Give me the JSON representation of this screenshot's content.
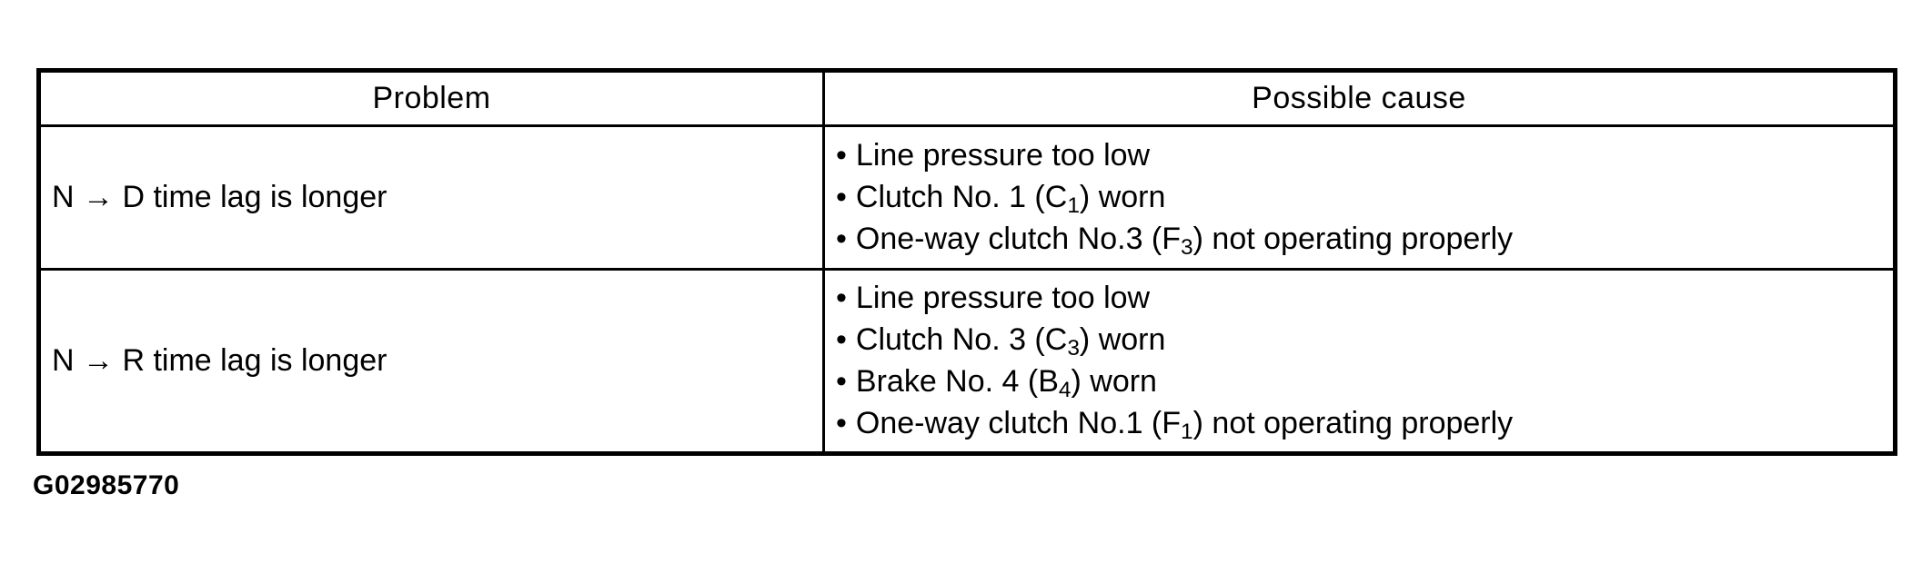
{
  "figure_code": "G02985770",
  "bullet_glyph": "•",
  "table": {
    "header": {
      "problem": "Problem",
      "possible_cause": "Possible cause"
    },
    "rows": [
      {
        "problem": "N → D time lag is longer",
        "causes": [
          [
            {
              "t": "Line pressure too low"
            }
          ],
          [
            {
              "t": "Clutch No. 1 (C"
            },
            {
              "sub": "1"
            },
            {
              "t": ") worn"
            }
          ],
          [
            {
              "t": "One-way clutch No.3 (F"
            },
            {
              "sub": "3"
            },
            {
              "t": ") not operating properly"
            }
          ]
        ]
      },
      {
        "problem": "N → R time lag is longer",
        "causes": [
          [
            {
              "t": "Line pressure too low"
            }
          ],
          [
            {
              "t": "Clutch No. 3 (C"
            },
            {
              "sub": "3"
            },
            {
              "t": ") worn"
            }
          ],
          [
            {
              "t": "Brake No. 4 (B"
            },
            {
              "sub": "4"
            },
            {
              "t": ") worn"
            }
          ],
          [
            {
              "t": "One-way clutch No.1 (F"
            },
            {
              "sub": "1"
            },
            {
              "t": ") not operating properly"
            }
          ]
        ]
      }
    ]
  }
}
